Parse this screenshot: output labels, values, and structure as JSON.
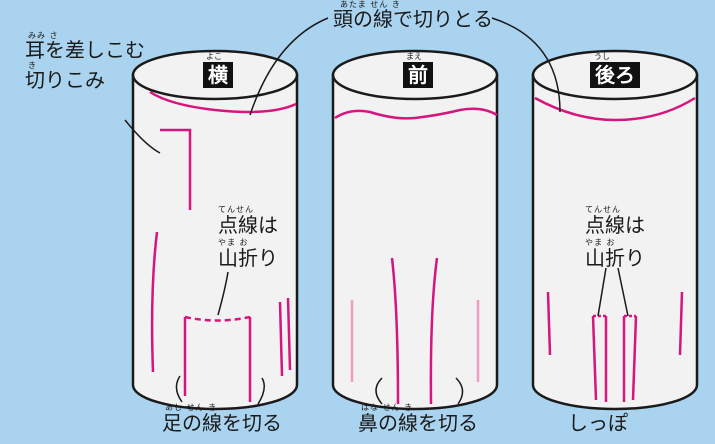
{
  "labels": {
    "head_cut": {
      "text": "頭の線で切りとる",
      "ruby": "あたま せん き"
    },
    "ear_slit_1": {
      "text": "耳を差しこむ",
      "ruby": "みみ さ"
    },
    "ear_slit_2": {
      "text": "切りこみ",
      "ruby": "き"
    },
    "fold_left_1": {
      "text": "点線は",
      "ruby": "てんせん"
    },
    "fold_left_2": {
      "text": "山折り",
      "ruby": "やま お"
    },
    "fold_right_1": {
      "text": "点線は",
      "ruby": "てんせん"
    },
    "fold_right_2": {
      "text": "山折り",
      "ruby": "やま お"
    },
    "foot_cut": {
      "text": "足の線を切る",
      "ruby": "あし せん き"
    },
    "nose_cut": {
      "text": "鼻の線を切る",
      "ruby": "はな せん き"
    },
    "tail": {
      "text": "しっぽ"
    }
  },
  "views": {
    "side": {
      "title": "横",
      "ruby": "よこ"
    },
    "front": {
      "title": "前",
      "ruby": "まえ"
    },
    "back": {
      "title": "後ろ",
      "ruby": "うし"
    }
  },
  "colors": {
    "background": "#a9d3ee",
    "cut_line": "#d6157e",
    "cylinder": "#f2f2f2",
    "outline": "#1a1a1a"
  }
}
